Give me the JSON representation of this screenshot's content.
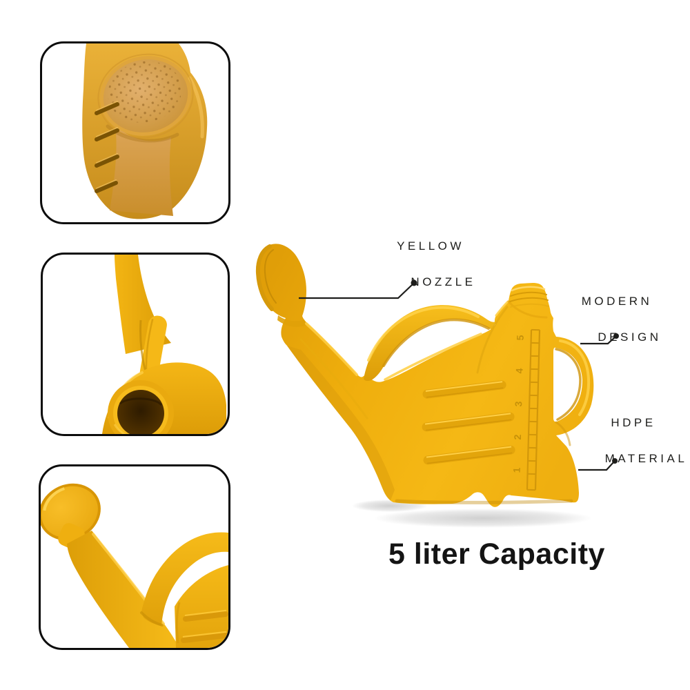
{
  "page": {
    "background": "#ffffff"
  },
  "product": {
    "caption": "5 liter Capacity",
    "scale_marks": [
      "5",
      "4",
      "3",
      "2",
      "1"
    ]
  },
  "callouts": {
    "yellow_nozzle": {
      "line1": "YELLOW",
      "line2": "NOZZLE"
    },
    "modern_design": {
      "line1": "MODERN",
      "line2": "DESIGN"
    },
    "hdpe_material": {
      "line1": "HDPE",
      "line2": "MATERIAL"
    }
  },
  "colors": {
    "can_yellow": "#F2B412",
    "can_dark": "#D6990A",
    "can_highlight": "#FFD24A",
    "rose_tan": "#D29C50",
    "opening_dark": "#4A2D00",
    "callout_line": "#1D1D1B",
    "text": "#141414",
    "frame_border": "#0C0C0C"
  }
}
